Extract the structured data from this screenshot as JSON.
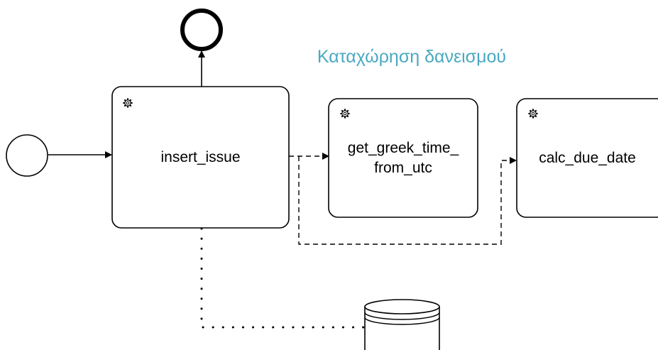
{
  "diagram": {
    "title": "Καταχώρηση δανεισμού",
    "tasks": [
      {
        "id": "insert_issue",
        "label": "insert_issue",
        "type": "service-task"
      },
      {
        "id": "get_greek_time_from_utc",
        "label": "get_greek_time_\nfrom_utc",
        "type": "service-task"
      },
      {
        "id": "calc_due_date",
        "label": "calc_due_date",
        "type": "service-task"
      }
    ],
    "events": [
      {
        "id": "start",
        "type": "start-event"
      },
      {
        "id": "end",
        "type": "end-event"
      }
    ],
    "data_store": {
      "id": "datastore",
      "type": "data-store"
    },
    "colors": {
      "title": "#4aa9c2",
      "stroke": "#000000",
      "fill": "#ffffff"
    }
  }
}
